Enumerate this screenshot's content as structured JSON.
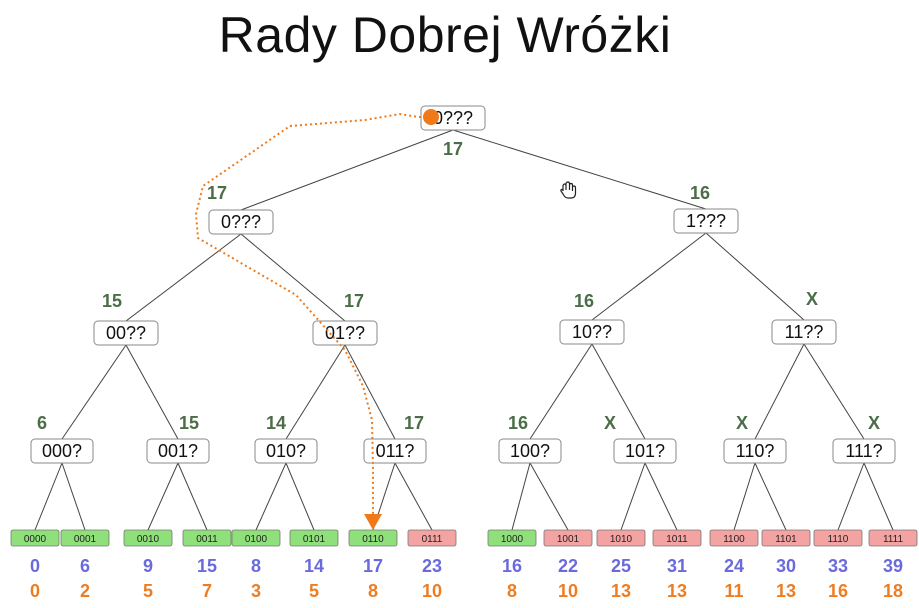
{
  "title": "Rady Dobrej Wróżki",
  "colors": {
    "score": "#4b6e48",
    "blue_value": "#6a6adc",
    "orange_value": "#ee7d22",
    "leaf_green": "#8fe07a",
    "leaf_red": "#f4a3a3",
    "path": "#f07a1a"
  },
  "nodes": [
    {
      "id": "r",
      "label": "0???",
      "score": ""
    },
    {
      "id": "n0",
      "label": "0???",
      "score": "17"
    },
    {
      "id": "n1",
      "label": "1???",
      "score": "16"
    },
    {
      "id": "n00",
      "label": "00??",
      "score": "15"
    },
    {
      "id": "n01",
      "label": "01??",
      "score": "17"
    },
    {
      "id": "n10",
      "label": "10??",
      "score": "16"
    },
    {
      "id": "n11",
      "label": "11??",
      "score": "X"
    },
    {
      "id": "n000",
      "label": "000?",
      "score": "6"
    },
    {
      "id": "n001",
      "label": "001?",
      "score": "15"
    },
    {
      "id": "n010",
      "label": "010?",
      "score": "14"
    },
    {
      "id": "n011",
      "label": "011?",
      "score": "17"
    },
    {
      "id": "n100",
      "label": "100?",
      "score": "16"
    },
    {
      "id": "n101",
      "label": "101?",
      "score": "X"
    },
    {
      "id": "n110",
      "label": "110?",
      "score": "X"
    },
    {
      "id": "n111",
      "label": "111?",
      "score": "X"
    }
  ],
  "root_score": "17",
  "leaves": [
    {
      "code": "0000",
      "color": "green",
      "top": "0",
      "bottom": "0"
    },
    {
      "code": "0001",
      "color": "green",
      "top": "6",
      "bottom": "2"
    },
    {
      "code": "0010",
      "color": "green",
      "top": "9",
      "bottom": "5"
    },
    {
      "code": "0011",
      "color": "green",
      "top": "15",
      "bottom": "7"
    },
    {
      "code": "0100",
      "color": "green",
      "top": "8",
      "bottom": "3"
    },
    {
      "code": "0101",
      "color": "green",
      "top": "14",
      "bottom": "5"
    },
    {
      "code": "0110",
      "color": "green",
      "top": "17",
      "bottom": "8"
    },
    {
      "code": "0111",
      "color": "red",
      "top": "23",
      "bottom": "10"
    },
    {
      "code": "1000",
      "color": "green",
      "top": "16",
      "bottom": "8"
    },
    {
      "code": "1001",
      "color": "red",
      "top": "22",
      "bottom": "10"
    },
    {
      "code": "1010",
      "color": "red",
      "top": "25",
      "bottom": "13"
    },
    {
      "code": "1011",
      "color": "red",
      "top": "31",
      "bottom": "13"
    },
    {
      "code": "1100",
      "color": "red",
      "top": "24",
      "bottom": "11"
    },
    {
      "code": "1101",
      "color": "red",
      "top": "30",
      "bottom": "13"
    },
    {
      "code": "1110",
      "color": "red",
      "top": "33",
      "bottom": "16"
    },
    {
      "code": "1111",
      "color": "red",
      "top": "39",
      "bottom": "18"
    }
  ],
  "cursor_icon": "grab-hand-icon"
}
